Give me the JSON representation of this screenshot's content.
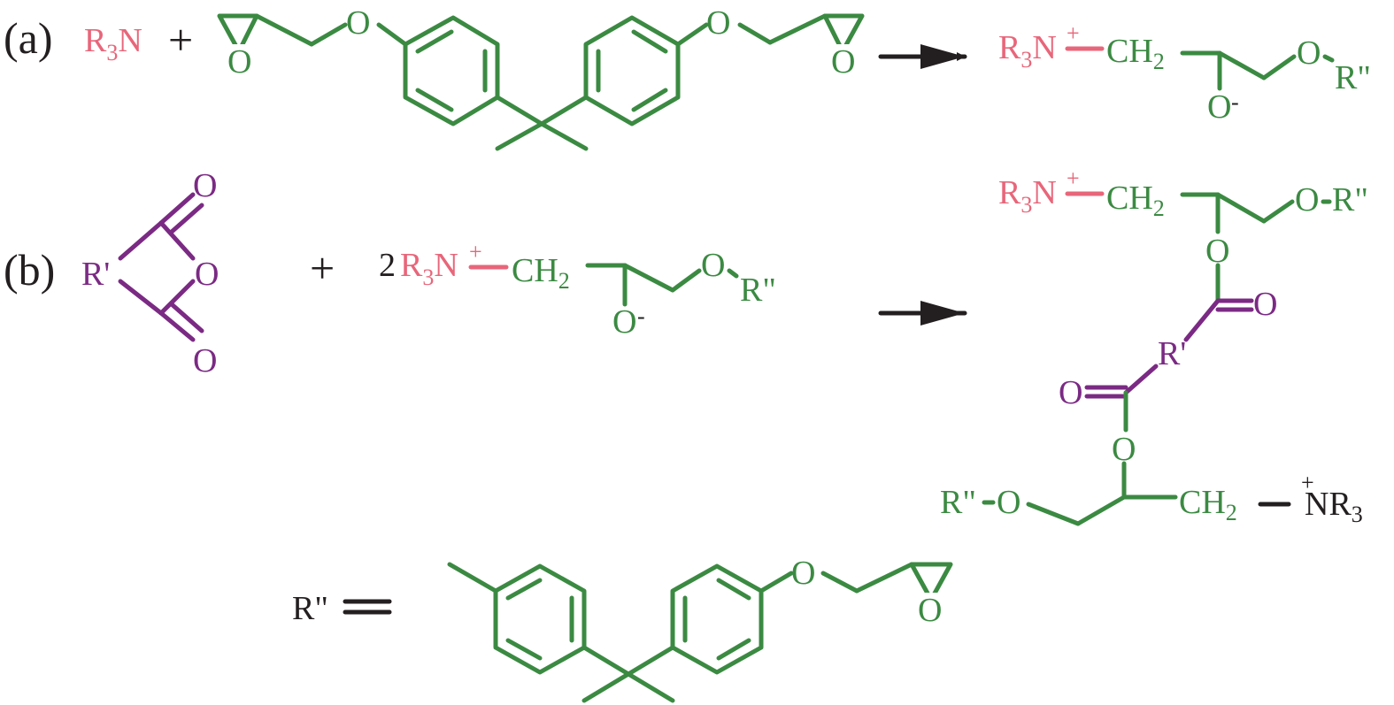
{
  "labels": {
    "a": "(a)",
    "b": "(b)"
  },
  "colors": {
    "amine": "#e8667a",
    "epoxy": "#3b8a42",
    "anhydride": "#7b2a84",
    "text": "#231f20"
  },
  "reaction_a": {
    "amine": "R",
    "amine_sub": "3",
    "amine_n": "N",
    "plus": "+",
    "ether_o_left": "O",
    "ether_o_right": "O",
    "epoxide_o_left": "O",
    "epoxide_o_right": "O"
  },
  "product_a": {
    "n_group": "R",
    "n_sub": "3",
    "n_atom": "N",
    "n_charge": "+",
    "ch2": "CH",
    "ch2_sub": "2",
    "alkoxide": "O",
    "alkoxide_charge": "-",
    "ether_o": "O",
    "r_double_prime": "R\""
  },
  "reaction_b": {
    "r_prime": "R'",
    "anhydride_o_top": "O",
    "anhydride_o_ring": "O",
    "anhydride_o_bottom": "O",
    "plus": "+",
    "coefficient": "2",
    "n_group": "R",
    "n_sub": "3",
    "n_atom": "N",
    "n_charge": "+",
    "ch2": "CH",
    "ch2_sub": "2",
    "alkoxide": "O",
    "alkoxide_charge": "-",
    "ether_o": "O",
    "r_double_prime": "R\""
  },
  "product_b": {
    "top_n_group": "R",
    "top_n_sub": "3",
    "top_n_atom": "N",
    "top_n_charge": "+",
    "top_ch2": "CH",
    "top_ch2_sub": "2",
    "top_ether_o": "O",
    "top_r_double_prime": "R\"",
    "ester_o_top": "O",
    "carbonyl_o_top": "O",
    "r_prime": "R'",
    "carbonyl_o_bottom": "O",
    "ester_o_bottom": "O",
    "bottom_r_double_prime": "R\"",
    "bottom_ether_o": "O",
    "bottom_ch2": "CH",
    "bottom_ch2_sub": "2",
    "bottom_n_charge": "+",
    "bottom_n_group": "NR",
    "bottom_n_sub": "3"
  },
  "definition": {
    "r_double_prime": "R\"",
    "ether_o": "O",
    "epoxide_o": "O"
  }
}
